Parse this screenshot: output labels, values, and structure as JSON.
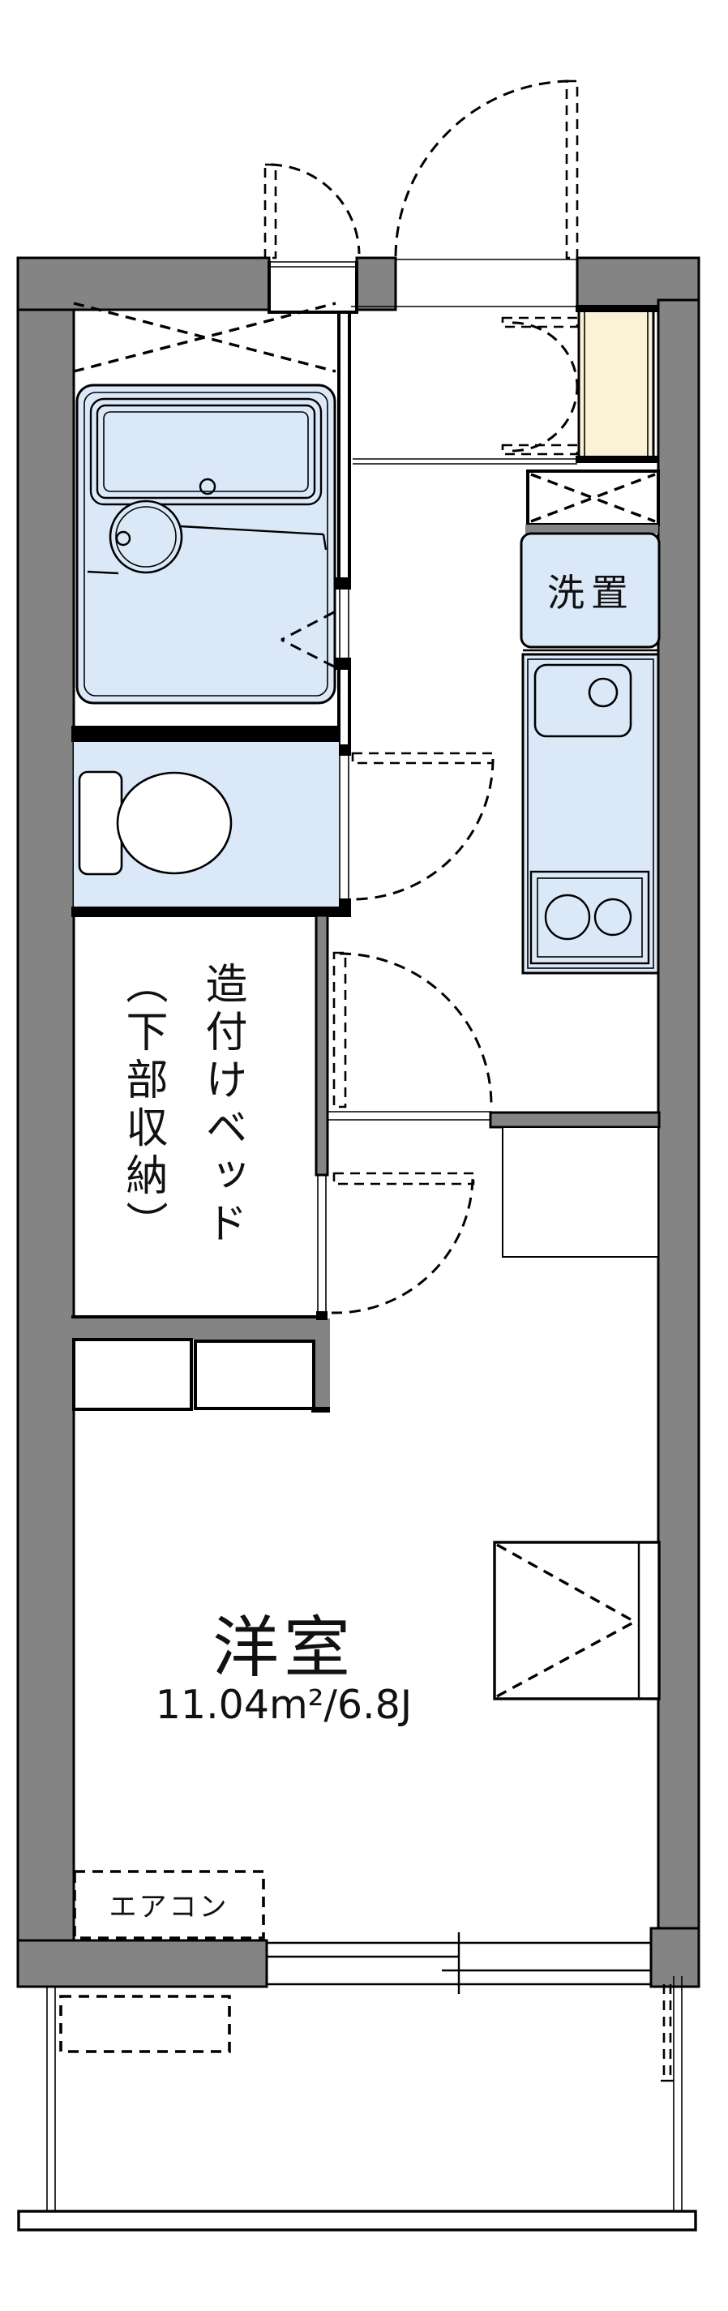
{
  "title": "studio apartment floor plan",
  "colors": {
    "background": "#ffffff",
    "wall": "#848484",
    "water_fixture": "#dbe8f8",
    "genkan": "#fbf1d7",
    "line": "#000000"
  },
  "labels": {
    "laundry": "洗置",
    "bed_main": "造付けベッド",
    "bed_sub": "（下部収納）",
    "room_name": "洋室",
    "room_area": "11.04m²/6.8J",
    "aircon": "エアコン"
  },
  "rooms": {
    "western_room": {
      "name": "洋室",
      "area_text": "11.04m²/6.8J"
    },
    "bed_alcove": {
      "name": "造付けベッド（下部収納）"
    },
    "laundry_space": {
      "name": "洗置"
    }
  },
  "features": [
    "unit-bath-with-bathtub-and-washbasin",
    "toilet",
    "built-in-bed-with-under-storage",
    "kitchen-sink",
    "two-burner-stove",
    "washing-machine-space",
    "shoe-storage-with-x-mark",
    "entrance-genkan",
    "meter-box-niche",
    "refrigerator-space",
    "side-window-box",
    "air-conditioner",
    "sliding-window",
    "balcony",
    "door-swing-arcs"
  ]
}
